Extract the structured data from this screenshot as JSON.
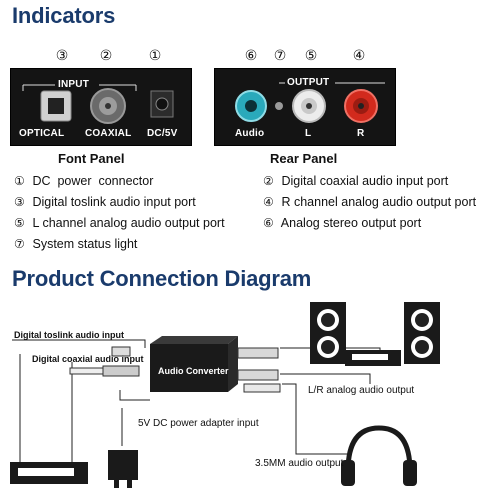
{
  "indicators": {
    "title": "Indicators",
    "front_panel": {
      "label": "Font Panel",
      "group_label": "INPUT",
      "port_labels": [
        "OPTICAL",
        "COAXIAL",
        "DC/5V"
      ],
      "numbers": [
        "③",
        "②",
        "①"
      ]
    },
    "rear_panel": {
      "label": "Rear Panel",
      "group_label": "OUTPUT",
      "port_labels": [
        "Audio",
        "L",
        "R"
      ],
      "numbers": [
        "⑥",
        "⑦",
        "⑤",
        "④"
      ]
    },
    "descriptions": [
      {
        "num": "①",
        "text": "DC  power  connector"
      },
      {
        "num": "②",
        "text": "Digital coaxial audio input port"
      },
      {
        "num": "③",
        "text": "Digital toslink audio input port"
      },
      {
        "num": "④",
        "text": "R channel analog audio output port"
      },
      {
        "num": "⑤",
        "text": "L channel analog audio output port"
      },
      {
        "num": "⑥",
        "text": "Analog stereo output port"
      },
      {
        "num": "⑦",
        "text": "System status light"
      }
    ]
  },
  "connection": {
    "title": "Product Connection Diagram",
    "labels": {
      "toslink": "Digital  toslink audio input",
      "coaxial": "Digital coaxial audio input",
      "converter": "Audio Converter",
      "power": "5V DC power adapter input",
      "lr": "L/R analog audio output",
      "headphone": "3.5MM audio output"
    }
  },
  "colors": {
    "title": "#1a3b6c",
    "panel": "#141414",
    "audio_jack": "#32b6c8",
    "white_jack": "#e8e8e8",
    "red_jack": "#d42a1e"
  }
}
